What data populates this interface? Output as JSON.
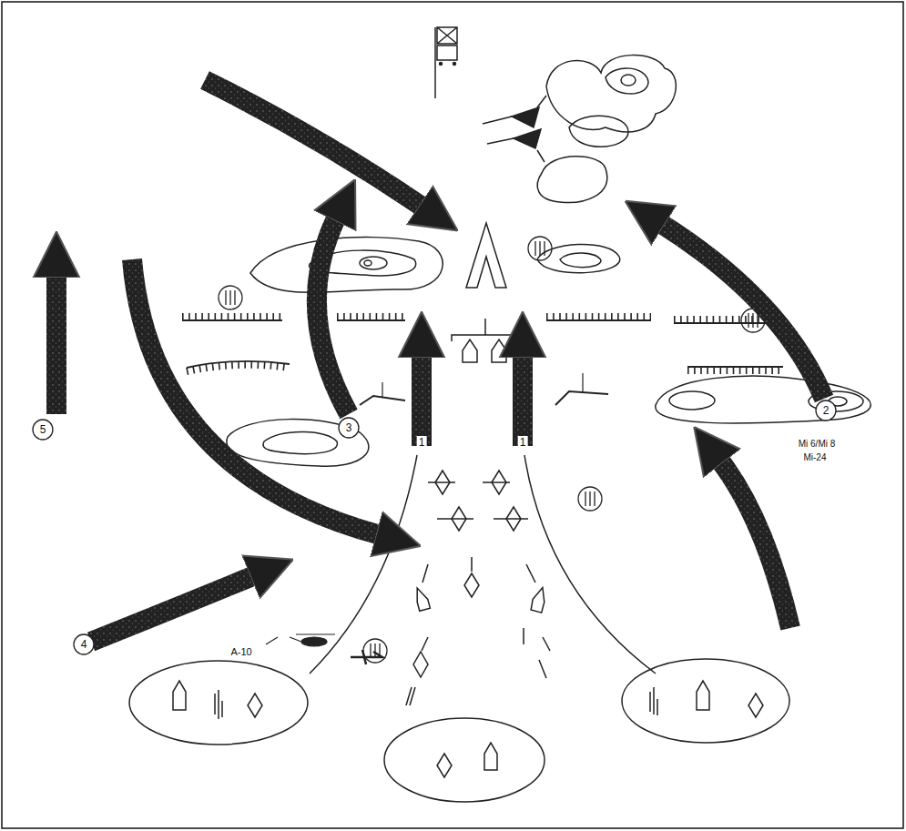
{
  "diagram": {
    "labels": [
      "5",
      "3",
      "1",
      "1",
      "2",
      "Mi 6/Mi 8",
      "Mi-24",
      "4",
      "A-10"
    ]
  }
}
